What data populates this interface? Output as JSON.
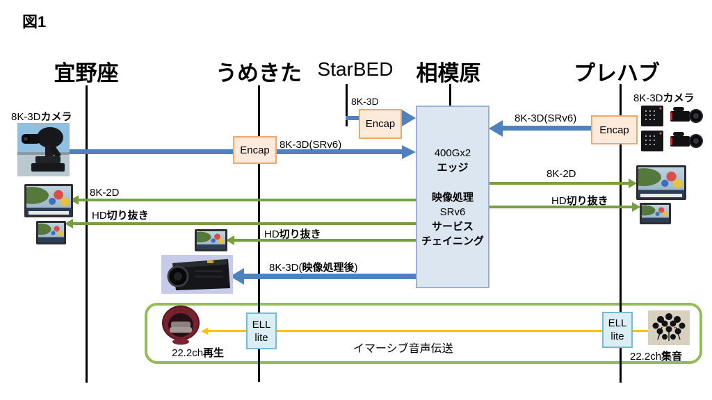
{
  "figure_label": "図1",
  "sites": [
    {
      "name": "宜野座"
    },
    {
      "name": "うめきた"
    },
    {
      "name": "StarBED"
    },
    {
      "name": "相模原"
    },
    {
      "name": "プレハブ"
    }
  ],
  "edge_box": {
    "capacity": "400Gx2",
    "role": "エッジ",
    "fn1": "映像処理",
    "proto": "SRv6",
    "svc1": "サービス",
    "svc2": "チェイニング"
  },
  "encap": {
    "label": "Encap"
  },
  "ell": {
    "line1": "ELL",
    "line2": "lite"
  },
  "labels": {
    "camera_left": {
      "pre": "8K-3D",
      "bold": "カメラ"
    },
    "camera_right": {
      "pre": "8K-3D",
      "bold": "カメラ"
    },
    "starbed_feed": "8K-3D",
    "srv6_left": "8K-3D(SRv6)",
    "srv6_right": "8K-3D(SRv6)",
    "k2d_left": "8K-2D",
    "hd_left": {
      "pre": "HD",
      "bold": "切り抜き"
    },
    "hd_mid": {
      "pre": "HD",
      "bold": "切り抜き"
    },
    "k2d_right": "8K-2D",
    "hd_right": {
      "pre": "HD",
      "bold": "切り抜き"
    },
    "processed": {
      "pre": "8K-3D(",
      "bold": "映像処理後",
      "post": ")"
    },
    "audio_caption": "イマーシブ音声伝送",
    "playback": {
      "pre": "22.2ch",
      "bold": "再生"
    },
    "capture": {
      "pre": "22.2ch",
      "bold": "集音"
    }
  },
  "colors": {
    "video_arrow_blue": "#4F81BD",
    "derived_arrow_green": "#76A03F",
    "audio_line_orange": "#FFC000",
    "audio_frame_green": "#94BD5A",
    "encap_fill": "#FDEADA",
    "encap_border": "#F0A868",
    "edge_fill": "#DCE6F1",
    "edge_border": "#95B3D7",
    "ell_fill": "#DAEEF3",
    "ell_border": "#72BBD2"
  }
}
